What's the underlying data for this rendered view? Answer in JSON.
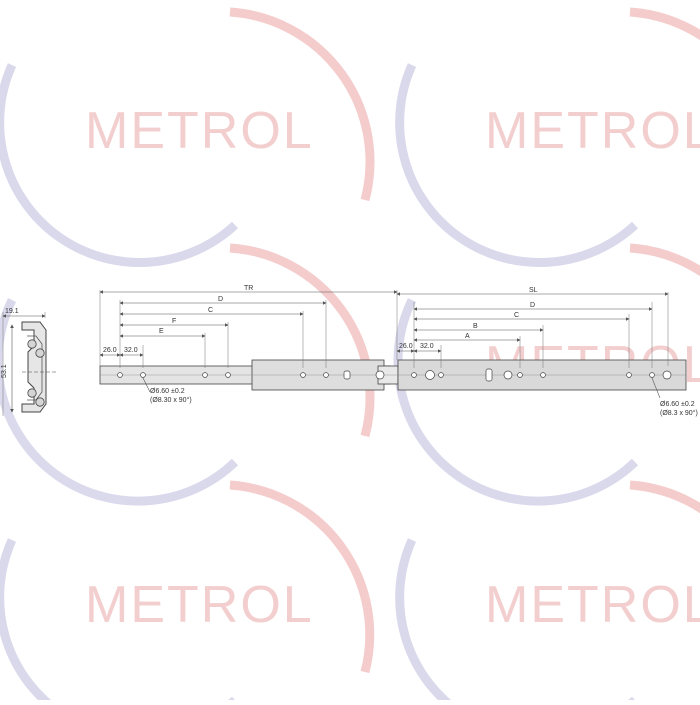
{
  "watermark": {
    "brand": "METROL",
    "arc_color_red": "#f4c7c7",
    "arc_color_blue": "#d7d5ea",
    "text_color": "#f2c9c9"
  },
  "colors": {
    "line": "#444444",
    "rail_fill": "#e4e4e4",
    "rail_fill_dark": "#d8d8d8",
    "hole_fill": "#ffffff"
  },
  "side_view": {
    "width_label": "19.1",
    "height_label": "53.1"
  },
  "left_section": {
    "tr_label": "TR",
    "dims": [
      "D",
      "C",
      "F",
      "E"
    ],
    "offset_labels": [
      "26.0",
      "32.0"
    ],
    "hole_label_1": "Ø6.60 ±0.2",
    "hole_label_2": "(Ø8.30 x 90°)"
  },
  "right_section": {
    "sl_label": "SL",
    "dims": [
      "D",
      "C",
      "B",
      "A"
    ],
    "offset_labels": [
      "26.0",
      "32.0"
    ],
    "hole_label_1": "Ø6.60 ±0.2",
    "hole_label_2": "(Ø8.3 x 90°)"
  }
}
